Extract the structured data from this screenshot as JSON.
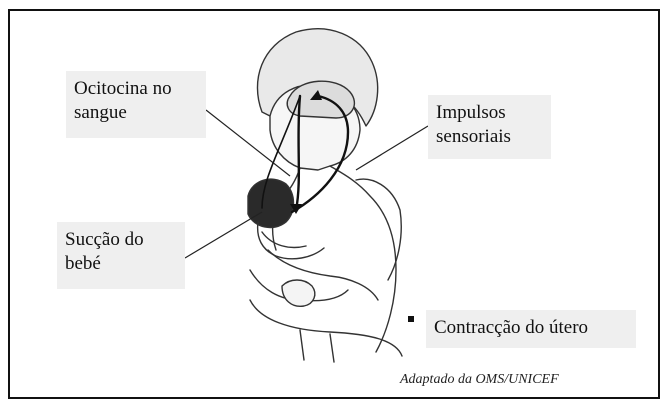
{
  "labels": {
    "oxytocin": [
      "Ocitocina no",
      "sangue"
    ],
    "sensory": [
      "Impulsos",
      "sensoriais"
    ],
    "suckling": [
      "Sucção do",
      "bebé"
    ],
    "uterus": "Contracção do útero"
  },
  "credit": "Adaptado da OMS/UNICEF",
  "colors": {
    "line": "#111111",
    "label_bg": "#efefef",
    "frame": "#111111"
  }
}
